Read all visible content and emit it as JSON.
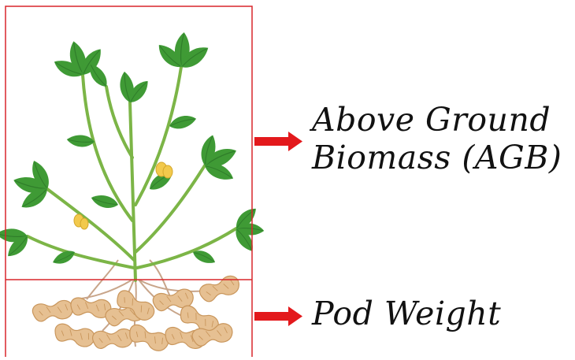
{
  "labels": {
    "agb_line1": "Above Ground",
    "agb_line2": "Biomass (AGB)",
    "pod": "Pod Weight"
  },
  "colors": {
    "frame": "#d9262b",
    "arrow": "#e3191c",
    "leaf": "#3f9a35",
    "leaf_dark": "#2f7d2a",
    "stem": "#7cb547",
    "flower": "#f2c94c",
    "root": "#c8a58a",
    "pod": "#e6c092",
    "pod_shade": "#c9965c"
  },
  "icons": {
    "plant": "peanut-plant-illustration",
    "pods": "peanut-pods-illustration",
    "arrow": "right-arrow-icon"
  }
}
